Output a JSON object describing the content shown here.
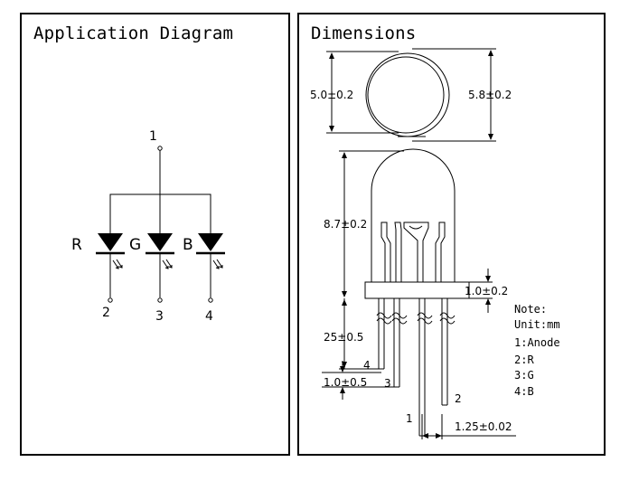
{
  "application": {
    "title": "Application Diagram",
    "pins": {
      "common": "1",
      "red": "2",
      "green": "3",
      "blue": "4"
    },
    "led_labels": {
      "red": "R",
      "green": "G",
      "blue": "B"
    }
  },
  "dimensions": {
    "title": "Dimensions",
    "inner_diameter": "5.0±0.2",
    "outer_diameter": "5.8±0.2",
    "body_height": "8.7±0.2",
    "flange_thickness": "1.0±0.2",
    "lead_length": "25±0.5",
    "lead_pitch": "1.0±0.5",
    "lead_width": "1.25±0.02",
    "lead_numbers": {
      "p1": "1",
      "p2": "2",
      "p3": "3",
      "p4": "4"
    },
    "note": {
      "title": "Note:",
      "unit": "Unit:mm",
      "pin1": "1:Anode",
      "pin2": "2:R",
      "pin3": "3:G",
      "pin4": "4:B"
    }
  }
}
